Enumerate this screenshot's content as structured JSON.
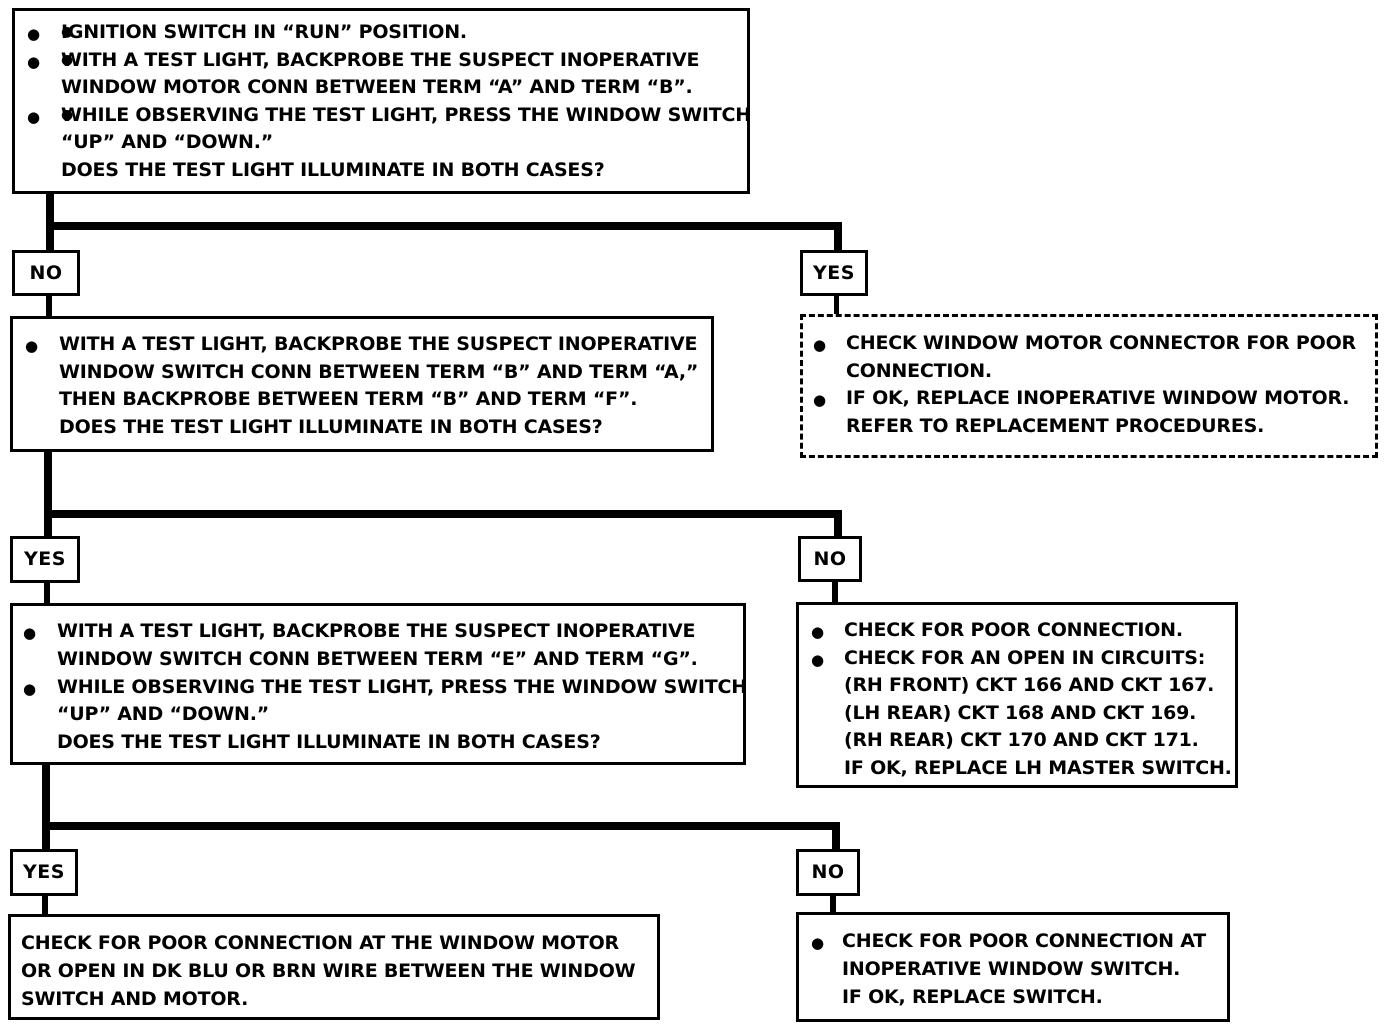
{
  "boxes": {
    "step1": {
      "lines": [
        "IGNITION SWITCH IN “RUN” POSITION.",
        "WITH A TEST LIGHT, BACKPROBE THE SUSPECT INOPERATIVE",
        "WINDOW MOTOR CONN BETWEEN TERM “A” AND TERM “B”.",
        "WHILE OBSERVING THE TEST LIGHT, PRESS THE WINDOW SWITCH",
        "“UP” AND “DOWN.”",
        "DOES THE TEST LIGHT ILLUMINATE IN BOTH CASES?"
      ]
    },
    "step1_yes": {
      "lines": [
        "CHECK WINDOW MOTOR CONNECTOR FOR POOR",
        "CONNECTION.",
        "IF OK, REPLACE INOPERATIVE WINDOW MOTOR.",
        "REFER TO REPLACEMENT PROCEDURES."
      ]
    },
    "step2": {
      "lines": [
        "WITH A TEST LIGHT, BACKPROBE THE SUSPECT INOPERATIVE",
        "WINDOW SWITCH CONN BETWEEN TERM “B” AND TERM “A,”",
        "THEN BACKPROBE BETWEEN TERM “B” AND TERM “F”.",
        "DOES THE TEST LIGHT ILLUMINATE IN BOTH CASES?"
      ]
    },
    "step2_no": {
      "lines": [
        "CHECK FOR POOR CONNECTION.",
        "CHECK FOR AN OPEN IN CIRCUITS:",
        "(RH FRONT) CKT 166 AND CKT 167.",
        "(LH REAR) CKT 168 AND CKT 169.",
        "(RH REAR) CKT 170 AND CKT 171.",
        "IF OK, REPLACE LH MASTER SWITCH."
      ]
    },
    "step3": {
      "lines": [
        "WITH A TEST LIGHT, BACKPROBE THE SUSPECT INOPERATIVE",
        "WINDOW SWITCH CONN BETWEEN TERM “E” AND TERM “G”.",
        "WHILE OBSERVING THE TEST LIGHT, PRESS THE WINDOW SWITCH",
        "“UP” AND “DOWN.”",
        "DOES THE TEST LIGHT ILLUMINATE IN BOTH CASES?"
      ]
    },
    "step3_yes": {
      "lines": [
        "CHECK FOR POOR CONNECTION AT THE WINDOW MOTOR",
        "OR OPEN IN DK BLU OR BRN WIRE BETWEEN THE WINDOW",
        "SWITCH AND MOTOR."
      ]
    },
    "step3_no": {
      "lines": [
        "CHECK FOR POOR CONNECTION AT",
        "INOPERATIVE WINDOW SWITCH.",
        "IF OK, REPLACE SWITCH."
      ]
    }
  },
  "labels": {
    "no1": "NO",
    "yes1": "YES",
    "yes2": "YES",
    "no2": "NO",
    "yes3": "YES",
    "no3": "NO"
  }
}
